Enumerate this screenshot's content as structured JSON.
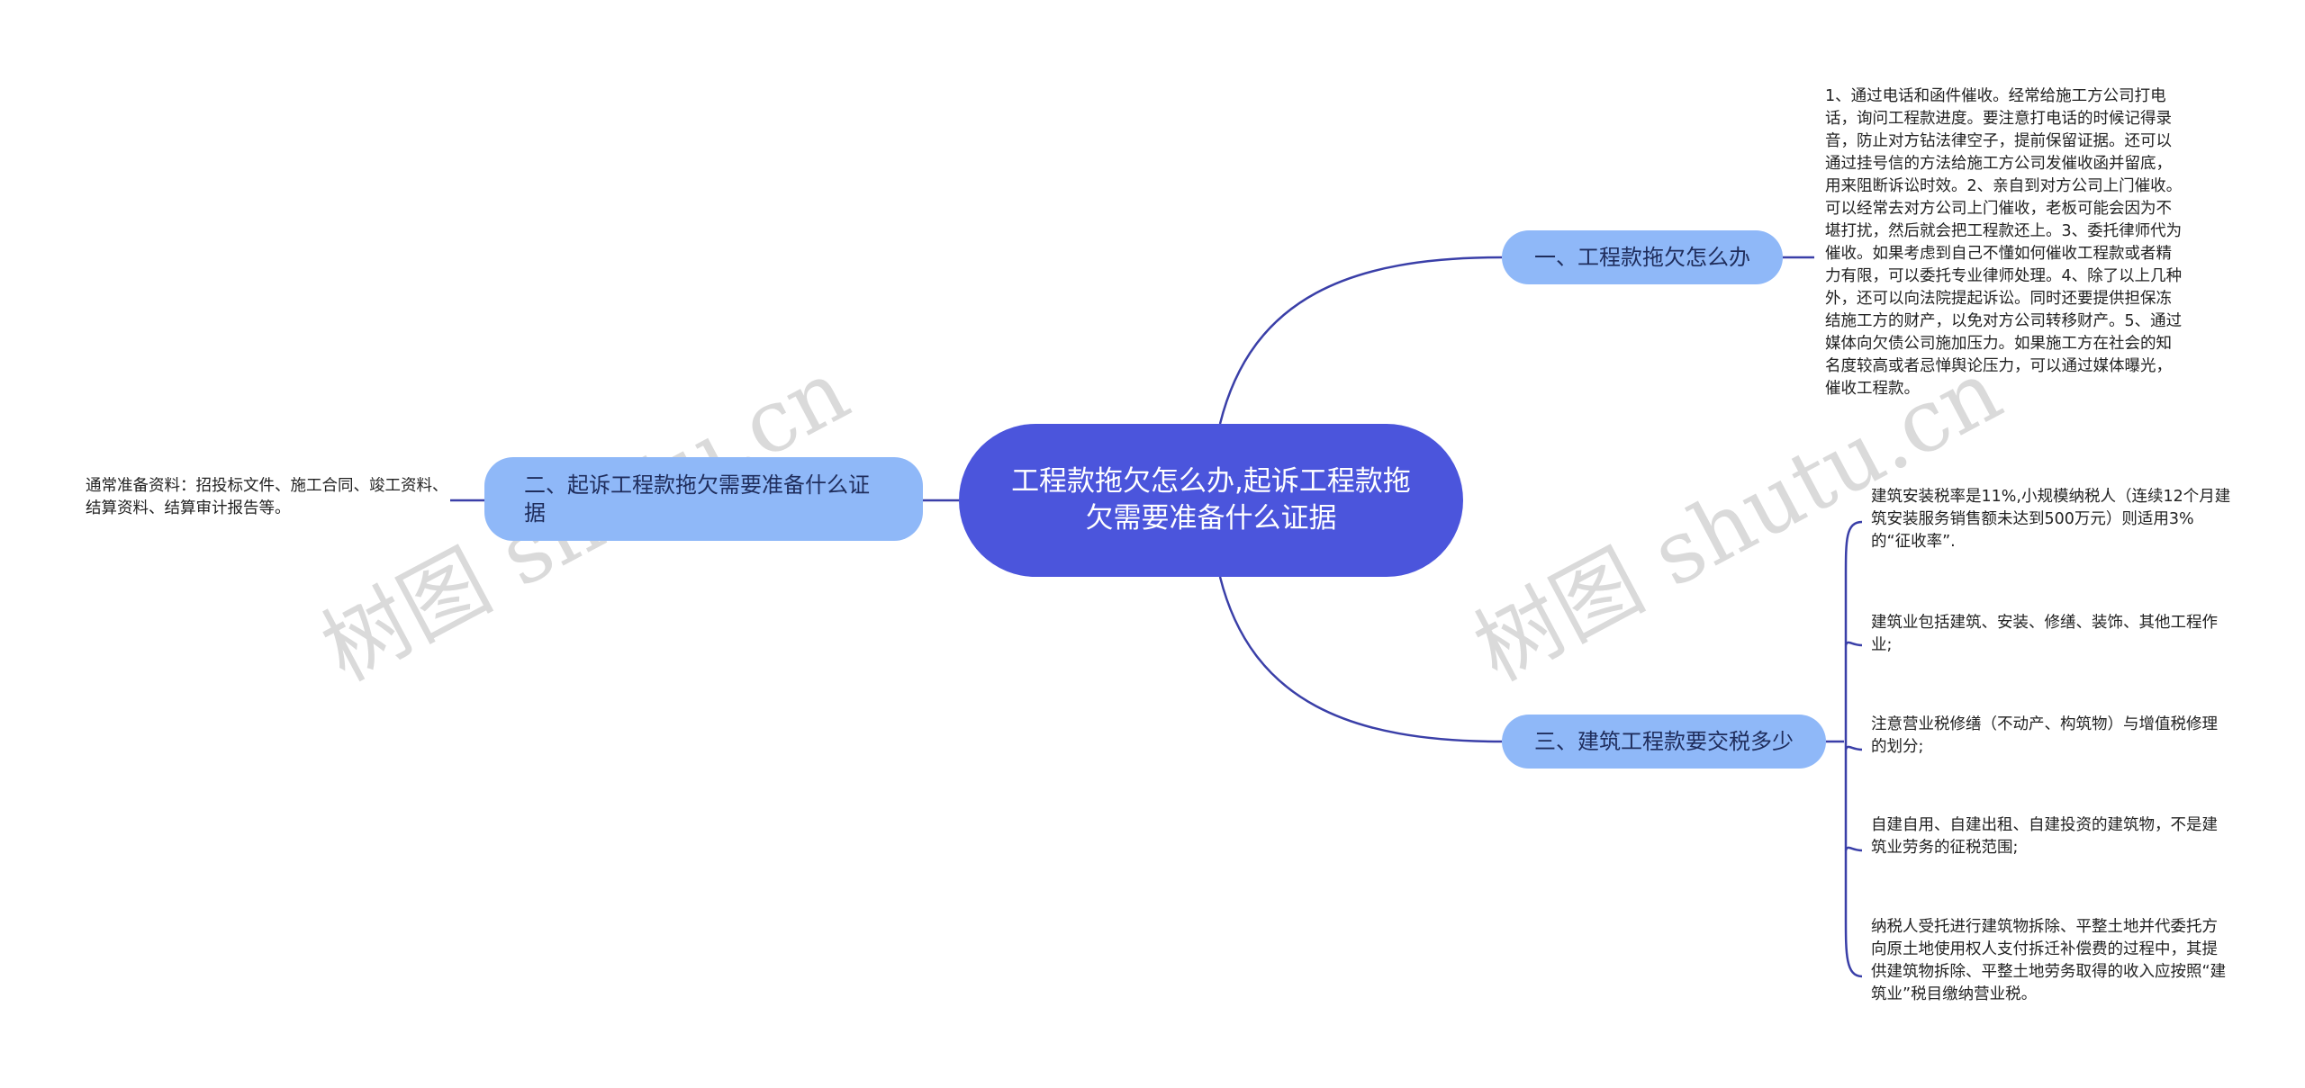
{
  "center": {
    "label": "工程款拖欠怎么办,起诉工程款拖欠需要准备什么证据"
  },
  "branches": [
    {
      "label": "一、工程款拖欠怎么办"
    },
    {
      "label": "二、起诉工程款拖欠需要准备什么证据"
    },
    {
      "label": "三、建筑工程款要交税多少"
    }
  ],
  "leaves": {
    "b1": [
      "1、通过电话和函件催收。经常给施工方公司打电话，询问工程款进度。要注意打电话的时候记得录音，防止对方钻法律空子，提前保留证据。还可以通过挂号信的方法给施工方公司发催收函并留底，用来阻断诉讼时效。2、亲自到对方公司上门催收。可以经常去对方公司上门催收，老板可能会因为不堪打扰，然后就会把工程款还上。3、委托律师代为催收。如果考虑到自己不懂如何催收工程款或者精力有限，可以委托专业律师处理。4、除了以上几种外，还可以向法院提起诉讼。同时还要提供担保冻结施工方的财产，以免对方公司转移财产。5、通过媒体向欠债公司施加压力。如果施工方在社会的知名度较高或者忌惮舆论压力，可以通过媒体曝光，催收工程款。"
    ],
    "b2": [
      "通常准备资料：招投标文件、施工合同、竣工资料、结算资料、结算审计报告等。"
    ],
    "b3": [
      "建筑安装税率是11%,小规模纳税人（连续12个月建筑安装服务销售额未达到500万元）则适用3%的“征收率”.",
      "建筑业包括建筑、安装、修缮、装饰、其他工程作业;",
      "注意营业税修缮（不动产、构筑物）与增值税修理的划分;",
      "自建自用、自建出租、自建投资的建筑物，不是建筑业劳务的征税范围;",
      "纳税人受托进行建筑物拆除、平整土地并代委托方向原土地使用权人支付拆迁补偿费的过程中，其提供建筑物拆除、平整土地劳务取得的收入应按照“建筑业”税目缴纳营业税。"
    ]
  },
  "watermark": "树图 shutu.cn",
  "colors": {
    "center": "#4b55dc",
    "branch": "#8fb8f8",
    "connector": "#3a3fa8"
  }
}
